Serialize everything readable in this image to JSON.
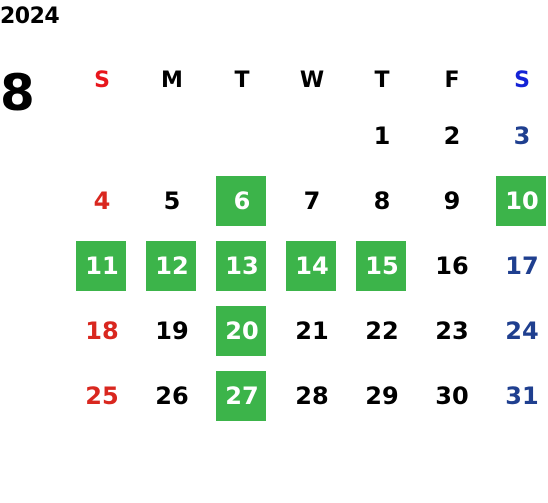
{
  "year": "2024",
  "month": "8",
  "weekdays": [
    {
      "label": "S",
      "color": "#e8161c"
    },
    {
      "label": "M",
      "color": "#000000"
    },
    {
      "label": "T",
      "color": "#000000"
    },
    {
      "label": "W",
      "color": "#000000"
    },
    {
      "label": "T",
      "color": "#000000"
    },
    {
      "label": "F",
      "color": "#000000"
    },
    {
      "label": "S",
      "color": "#1423d6"
    }
  ],
  "colors": {
    "sunday_date": "#d9271f",
    "saturday_date": "#1f3f8f",
    "weekday_date": "#000000",
    "highlight_bg": "#3cb44a",
    "highlight_text": "#ffffff"
  },
  "weeks": [
    [
      "",
      "",
      "",
      "",
      "1",
      "2",
      "3"
    ],
    [
      "4",
      "5",
      "6",
      "7",
      "8",
      "9",
      "10"
    ],
    [
      "11",
      "12",
      "13",
      "14",
      "15",
      "16",
      "17"
    ],
    [
      "18",
      "19",
      "20",
      "21",
      "22",
      "23",
      "24"
    ],
    [
      "25",
      "26",
      "27",
      "28",
      "29",
      "30",
      "31"
    ]
  ],
  "highlighted_days": [
    "6",
    "10",
    "11",
    "12",
    "13",
    "14",
    "15",
    "20",
    "27"
  ]
}
